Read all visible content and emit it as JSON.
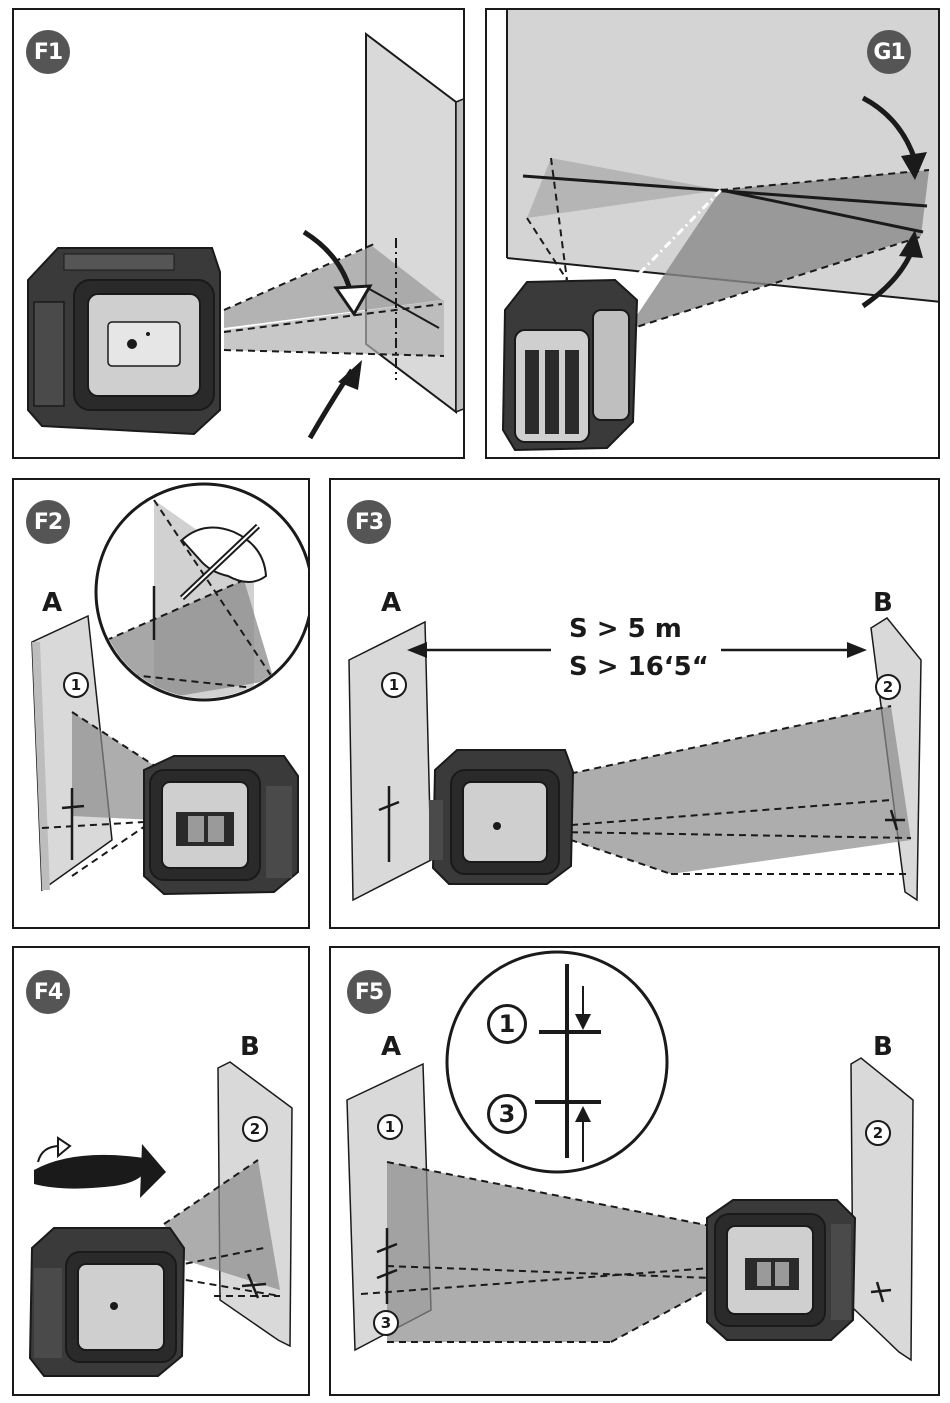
{
  "panels": {
    "f1": {
      "label": "F1"
    },
    "g1": {
      "label": "G1"
    },
    "f2": {
      "label": "F2",
      "wall_a": "A",
      "marker_1": "1"
    },
    "f3": {
      "label": "F3",
      "wall_a": "A",
      "wall_b": "B",
      "marker_1": "1",
      "marker_2": "2",
      "distance_metric": "S >  5 m",
      "distance_imperial": "S >  16‘5“"
    },
    "f4": {
      "label": "F4",
      "wall_b": "B",
      "marker_2": "2"
    },
    "f5": {
      "label": "F5",
      "wall_a": "A",
      "wall_b": "B",
      "marker_1": "1",
      "marker_2": "2",
      "marker_3": "3",
      "inset_marker_1": "1",
      "inset_marker_3": "3"
    }
  },
  "colors": {
    "ink": "#1a1a1a",
    "wall": "#d9d9d9",
    "beam": "#9a9a9a",
    "badge": "#555555"
  }
}
